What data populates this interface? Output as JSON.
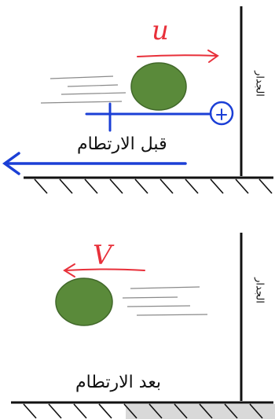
{
  "before": {
    "caption": "قبل الارتطام",
    "wall_label": "الجدار",
    "velocity_symbol": "u",
    "positive_direction_symbol": "+"
  },
  "after": {
    "caption": "بعد الارتطام",
    "wall_label": "الجدار",
    "velocity_symbol": "V"
  },
  "colors": {
    "ball": "#5a8a3a",
    "ball_outline": "#41682a",
    "velocity_red": "#e8303a",
    "annotation_blue": "#1b3fd6",
    "ink": "#111111",
    "speed_lines": "#8a8a8a",
    "ground_shadow": "#d9d9d9"
  }
}
